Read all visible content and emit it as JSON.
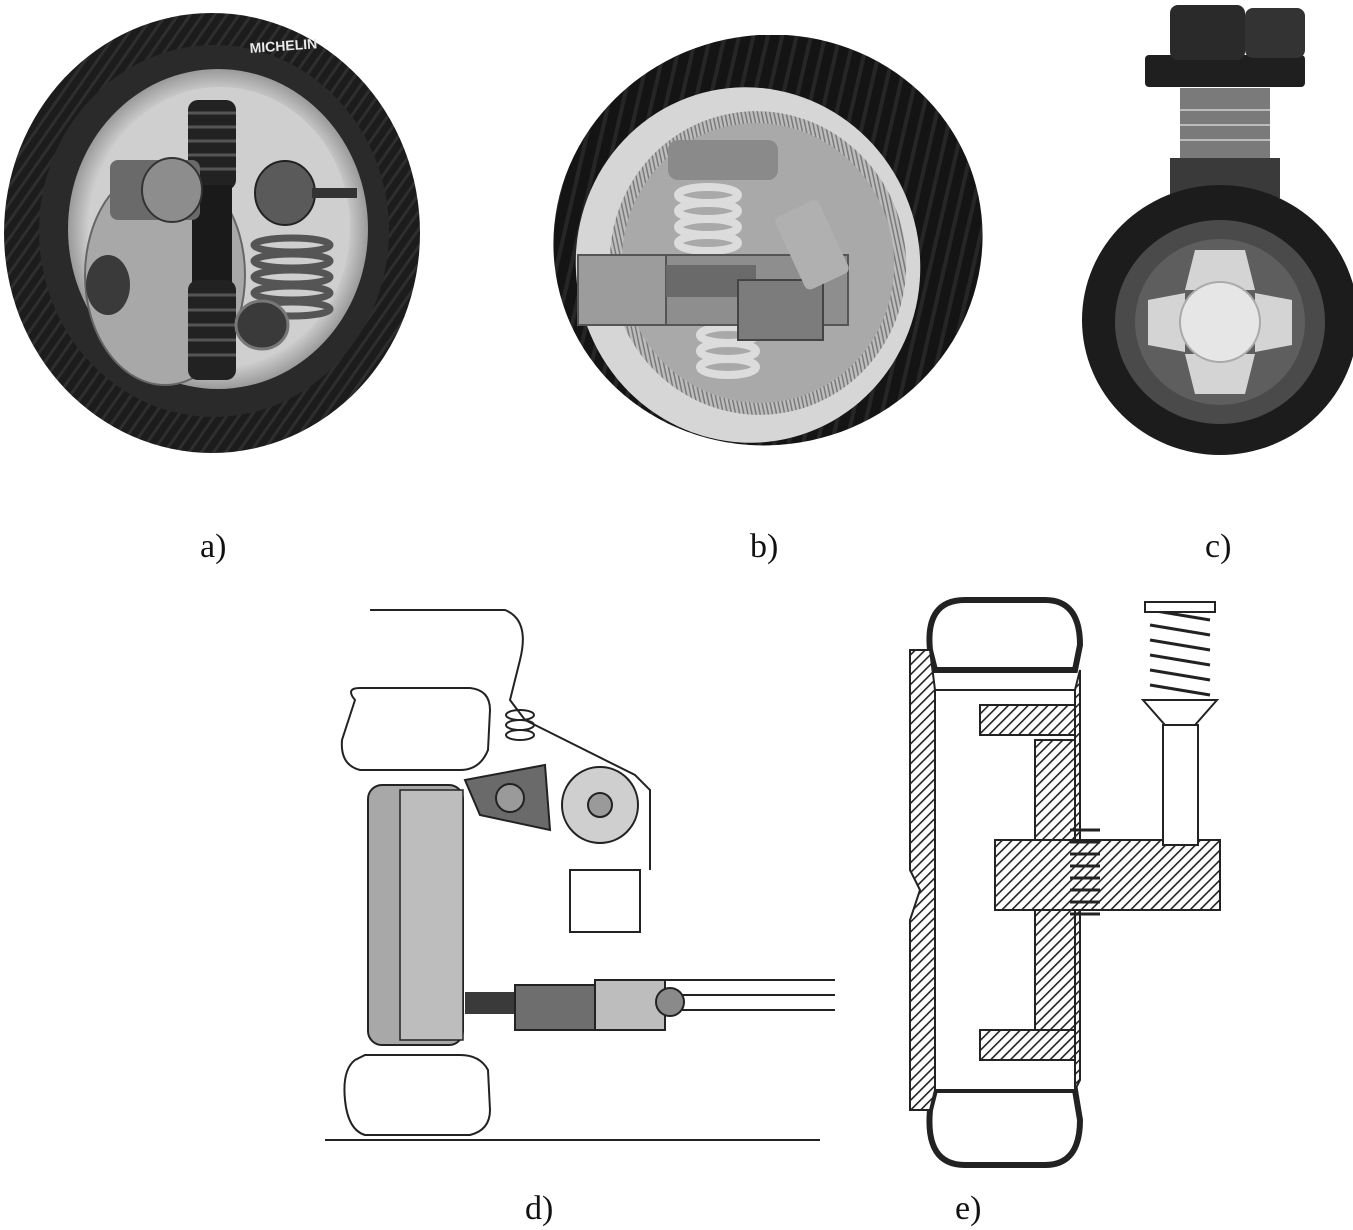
{
  "figure": {
    "panels": [
      {
        "id": "a",
        "caption": "a)",
        "brand_lettering": "MICHELIN"
      },
      {
        "id": "b",
        "caption": "b)"
      },
      {
        "id": "c",
        "caption": "c)"
      },
      {
        "id": "d",
        "caption": "d)"
      },
      {
        "id": "e",
        "caption": "e)"
      }
    ]
  },
  "colors": {
    "tire": "#1c1c1c",
    "rim": "#d9d9d9",
    "metal_dark": "#3a3a3a",
    "metal_mid": "#8a8a8a",
    "metal_light": "#c8c8c8",
    "line": "#222222",
    "paper": "#ffffff"
  }
}
